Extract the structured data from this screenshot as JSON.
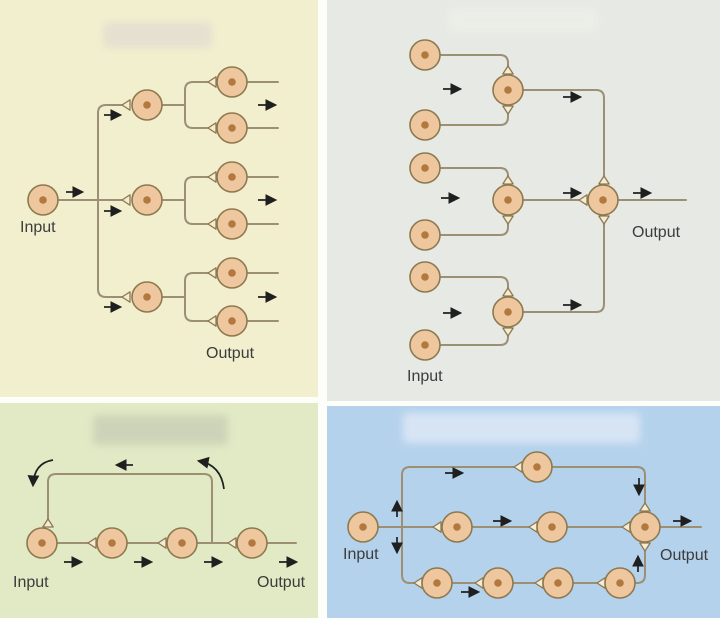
{
  "panels": {
    "top_left": {
      "title_redacted": true,
      "input_label": "Input",
      "output_label": "Output",
      "neuron_count": 10
    },
    "top_right": {
      "title_redacted": true,
      "input_label": "Input",
      "output_label": "Output",
      "neuron_count": 10
    },
    "bottom_left": {
      "title_redacted": true,
      "input_label": "Input",
      "output_label": "Output",
      "neuron_count": 4
    },
    "bottom_right": {
      "title_redacted": true,
      "input_label": "Input",
      "output_label": "Output",
      "neuron_count": 9
    }
  },
  "colors": {
    "page_bg": "#fdfdfa",
    "panel_tl": "#f2efce",
    "panel_tr": "#e7e9e4",
    "panel_bl": "#e1eac5",
    "panel_br": "#b5d2ec",
    "redact_tl": "#e2ddd0",
    "redact_tr": "#eceee8",
    "redact_bl": "#cad0b6",
    "redact_br": "#d9e6f5",
    "neuron_fill": "#eec79e",
    "neuron_nucleus": "#b1793f",
    "neuron_outline": "#8d7950",
    "axon": "#9c8f74",
    "synapse_fill": "#f6ecd4",
    "arrow": "#1f1f1f",
    "label_text": "#3c3c3c"
  }
}
